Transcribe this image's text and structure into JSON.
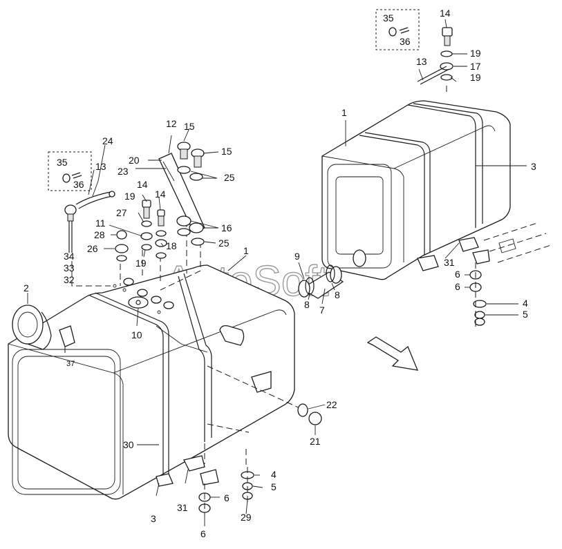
{
  "watermark": "AutoSoft",
  "labels": {
    "l1a": "1",
    "l1b": "1",
    "l2": "2",
    "l3a": "3",
    "l3b": "3",
    "l4a": "4",
    "l4b": "4",
    "l5a": "5",
    "l5b": "5",
    "l6a": "6",
    "l6b": "6",
    "l6c": "6",
    "l6d": "6",
    "l7": "7",
    "l8a": "8",
    "l8b": "8",
    "l9": "9",
    "l10": "10",
    "l11": "11",
    "l12": "12",
    "l13a": "13",
    "l13b": "13",
    "l14a": "14",
    "l14b": "14",
    "l14c": "14",
    "l15a": "15",
    "l15b": "15",
    "l16": "16",
    "l17": "17",
    "l18": "18",
    "l19a": "19",
    "l19b": "19",
    "l19c": "19",
    "l19d": "19",
    "l20": "20",
    "l21": "21",
    "l22": "22",
    "l23": "23",
    "l24": "24",
    "l25a": "25",
    "l25b": "25",
    "l26": "26",
    "l27": "27",
    "l28": "28",
    "l29": "29",
    "l30": "30",
    "l31a": "31",
    "l31b": "31",
    "l32": "32",
    "l33": "33",
    "l34": "34",
    "l35a": "35",
    "l35b": "35",
    "l36a": "36",
    "l36b": "36",
    "l37": "37"
  }
}
